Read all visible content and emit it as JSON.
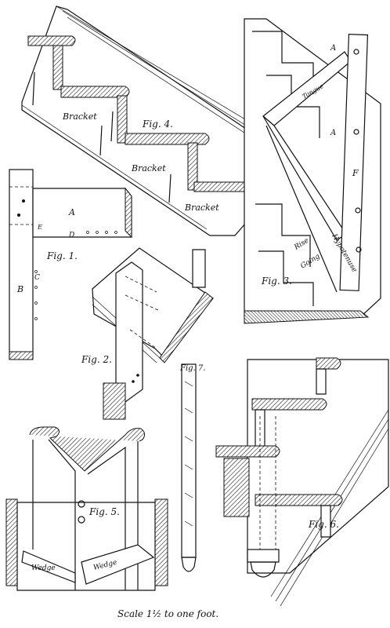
{
  "labels": {
    "fig1": "Fig. 1.",
    "fig2": "Fig. 2.",
    "fig3": "Fig. 3.",
    "fig4": "Fig. 4.",
    "fig5": "Fig. 5.",
    "fig6": "Fig. 6.",
    "fig7": "Fig. 7.",
    "bracket_1": "Bracket",
    "bracket_2": "Bracket",
    "bracket_3": "Bracket",
    "letter_a_fig1": "A",
    "letter_b_fig1": "B",
    "letter_c_fig1": "C",
    "letter_d_fig1": "D",
    "letter_e_fig1": "E",
    "letter_a_fig3_top": "A",
    "letter_a_fig3_mid": "A",
    "letter_f_fig3": "F",
    "tongue": "Tongue",
    "rise": "Rise",
    "going": "Going",
    "hypotenuse": "Hypotenuse",
    "wedge_1": "Wedge",
    "wedge_2": "Wedge",
    "scale": "Scale 1½ to one foot."
  }
}
